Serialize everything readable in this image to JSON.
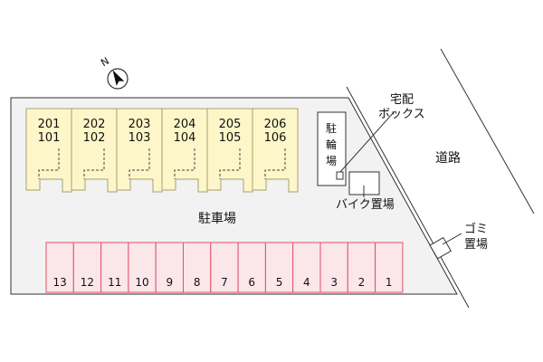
{
  "compass": {
    "north_label": "N",
    "icon": "north-arrow-icon"
  },
  "units": [
    {
      "upper": "201",
      "lower": "101"
    },
    {
      "upper": "202",
      "lower": "102"
    },
    {
      "upper": "203",
      "lower": "103"
    },
    {
      "upper": "204",
      "lower": "104"
    },
    {
      "upper": "205",
      "lower": "105"
    },
    {
      "upper": "206",
      "lower": "106"
    }
  ],
  "labels": {
    "parking": "駐車場",
    "bicycle_parking": "駐輪場",
    "delivery_box_line1": "宅配",
    "delivery_box_line2": "ボックス",
    "road": "道路",
    "bike_parking": "バイク置場",
    "garbage_line1": "ゴミ",
    "garbage_line2": "置場"
  },
  "parking_spaces": [
    "13",
    "12",
    "11",
    "10",
    "9",
    "8",
    "7",
    "6",
    "5",
    "4",
    "3",
    "2",
    "1"
  ],
  "colors": {
    "unit_fill": "#fdf6c8",
    "unit_stroke": "#a8a070",
    "lot_fill": "#f2f2f2",
    "space_fill": "#fbe6ea",
    "space_stroke": "#e0506a"
  }
}
